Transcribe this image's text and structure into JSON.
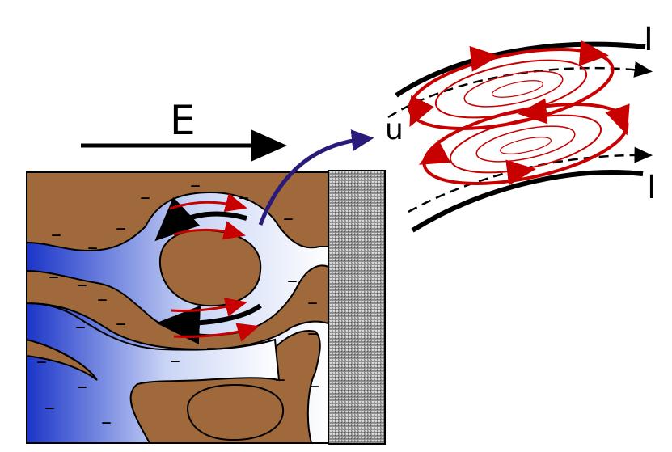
{
  "labels": {
    "field": "E",
    "flow": "u",
    "current_top": "I",
    "current_bottom": "I",
    "charge": "–"
  },
  "colors": {
    "rock": "#a0693c",
    "fluid_dark": "#1a35c8",
    "fluid_light": "#ffffff",
    "electrode": "#8a8a8a",
    "vortex": "#c80000",
    "flow_arrow": "#2a1a7a",
    "ink": "#000000"
  },
  "icons": {
    "field_arrow": "arrow-right-icon",
    "flow_arrow": "curved-arrow-icon",
    "charge": "minus-sign-icon"
  }
}
